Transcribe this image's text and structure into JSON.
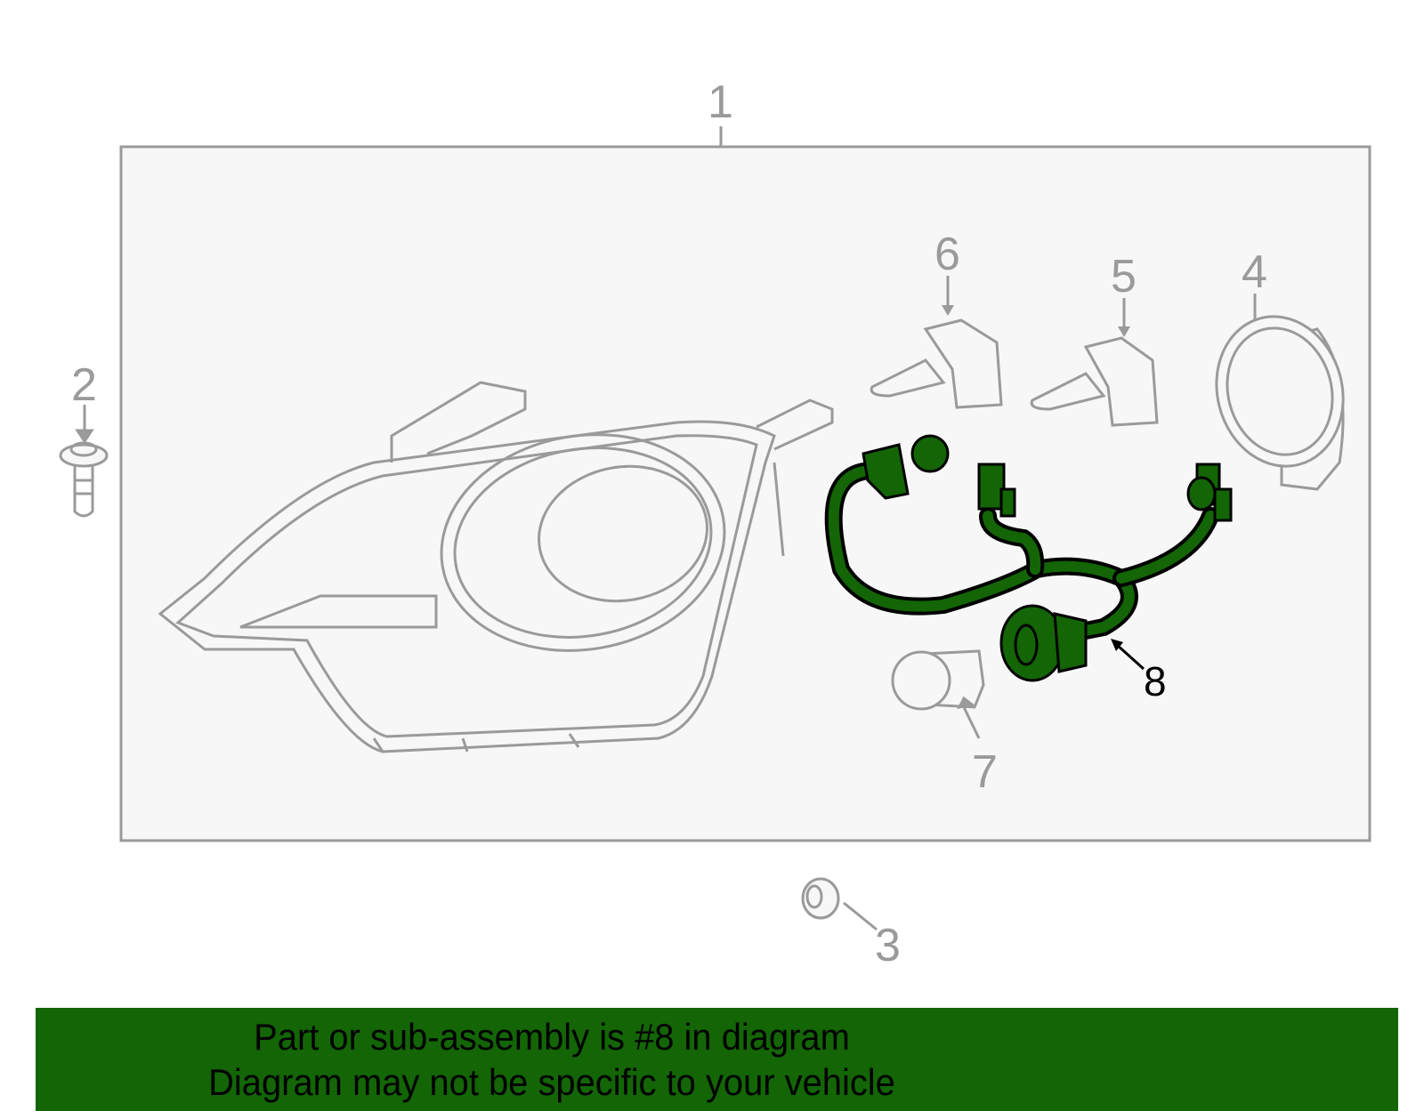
{
  "diagram": {
    "callouts": [
      {
        "id": "1",
        "label": "1"
      },
      {
        "id": "2",
        "label": "2"
      },
      {
        "id": "3",
        "label": "3"
      },
      {
        "id": "4",
        "label": "4"
      },
      {
        "id": "5",
        "label": "5"
      },
      {
        "id": "6",
        "label": "6"
      },
      {
        "id": "7",
        "label": "7"
      },
      {
        "id": "8",
        "label": "8"
      }
    ],
    "highlighted_part": "8",
    "colors": {
      "outline": "#9a9a9a",
      "box_fill": "#f7f7f7",
      "highlight_fill": "#136506",
      "highlight_stroke": "#000000"
    }
  },
  "banner": {
    "line1": "Part or sub-assembly is #8 in diagram",
    "line2": "Diagram may not be specific to your vehicle",
    "background": "#136506"
  }
}
